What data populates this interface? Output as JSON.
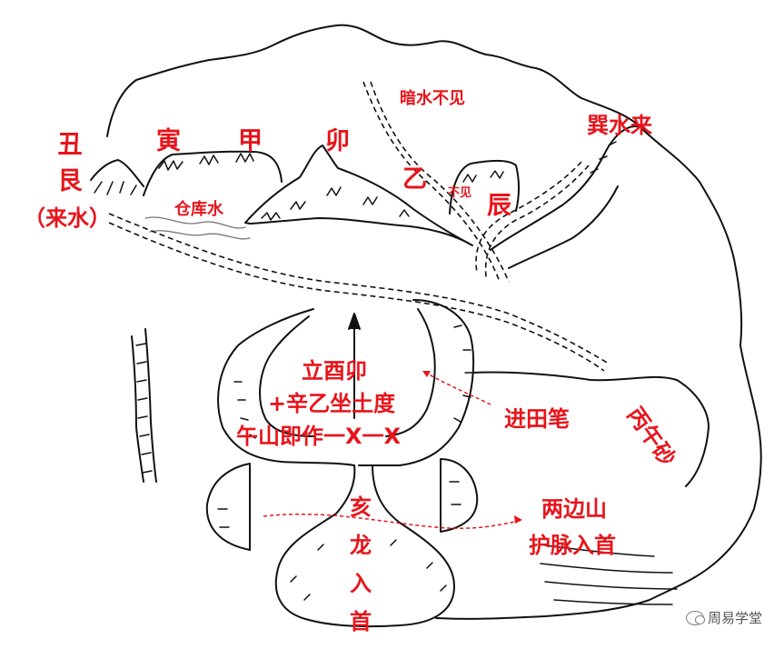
{
  "labels": {
    "chou": "丑",
    "gen": "艮",
    "laishui": "（来水）",
    "yin": "寅",
    "jia": "甲",
    "mao": "卯",
    "cangku": "仓库水",
    "anshui": "暗水不见",
    "yi": "乙",
    "bujian": "不见",
    "chen": "辰",
    "xun": "巽水来",
    "bingwu": "丙午砂",
    "center_line1": "立酉卯",
    "center_line2": "+辛乙坐土度",
    "center_line3": "午山即作一X一X",
    "jintian": "进田笔",
    "hai": "亥",
    "long": "龙",
    "ru": "入",
    "shou": "首",
    "liangbian1": "两边山",
    "liangbian2": "护脉入首"
  },
  "watermark": "周易学堂",
  "colors": {
    "label": "#e8141b",
    "line": "#111111",
    "dashed_red": "#e8141b"
  }
}
